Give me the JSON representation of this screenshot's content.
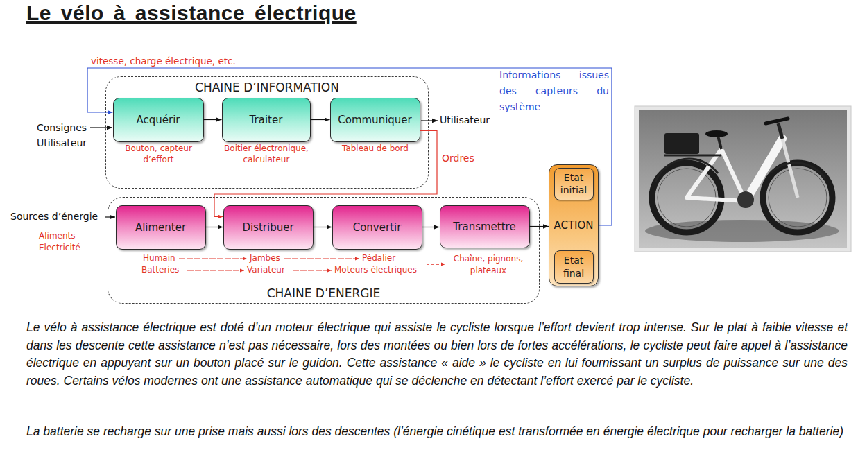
{
  "diagram": {
    "title": "Le vélo à assistance électrique",
    "nodes": [
      {
        "text": [
          "CHAINE D’INFORMATION"
        ]
      },
      {
        "text": [
          "Acquérir"
        ],
        "in": 0
      },
      {
        "text": [
          "Traiter"
        ],
        "in": 0
      },
      {
        "text": [
          "Communiquer"
        ],
        "in": 0
      },
      {
        "text": [
          "CHAINE D’ENERGIE"
        ]
      },
      {
        "text": [
          "Alimenter"
        ],
        "in": 4
      },
      {
        "text": [
          "Distribuer"
        ],
        "in": 4
      },
      {
        "text": [
          "Convertir"
        ],
        "in": 4
      },
      {
        "text": [
          "Transmettre"
        ],
        "in": 4
      },
      {
        "text": [
          "ACTION"
        ]
      },
      {
        "text": [
          "Etat initial"
        ],
        "in": 9
      },
      {
        "text": [
          "Etat final"
        ],
        "in": 9
      }
    ],
    "edges": [
      {
        "from": 1,
        "to": 2,
        "arrow": "to"
      },
      {
        "from": 2,
        "to": 3,
        "arrow": "to"
      },
      {
        "from": 3,
        "to": 6,
        "arrow": "to",
        "label": "Ordres"
      },
      {
        "from": 5,
        "to": 6,
        "arrow": "to"
      },
      {
        "from": 6,
        "to": 7,
        "arrow": "to"
      },
      {
        "from": 7,
        "to": 8,
        "arrow": "to"
      },
      {
        "from": 8,
        "to": 9,
        "arrow": "to"
      },
      {
        "from": 9,
        "to": 1,
        "arrow": "to",
        "label": "Informations issues des capteurs du système"
      }
    ],
    "labels": [
      "vitesse, charge électrique, etc.",
      "Consignes Utilisateur",
      "Utilisateur",
      "Bouton, capteur d’effort",
      "Boitier électronique, calculateur",
      "Tableau de bord",
      "Sources d’énergie",
      "Aliments Electricité",
      "Humain",
      "Batteries",
      "Jambes",
      "Variateur",
      "Pédalier",
      "Moteurs électriques",
      "Chaîne, pignons, plateaux",
      "Le vélo à assistance électrique est doté d’un moteur électrique qui assiste le cycliste lorsque l’effort devient trop intense. Sur le plat à faible vitesse et dans les descente cette assistance n’est pas nécessaire, lors des montées ou bien lors de fortes accélérations, le cycliste peut faire appel à l’assistance électrique en appuyant sur un bouton placé sur le guidon. Cette assistance « aide » le cycliste en lui fournissant un surplus de puissance sur une des roues. Certains vélos modernes ont une assistance automatique qui se déclenche en détectant l’effort exercé par le cycliste.",
      "La batterie se recharge sur une prise mais aussi lors des descentes (l’énergie cinétique est transformée en énergie électrique pour recharger la batterie)"
    ]
  }
}
